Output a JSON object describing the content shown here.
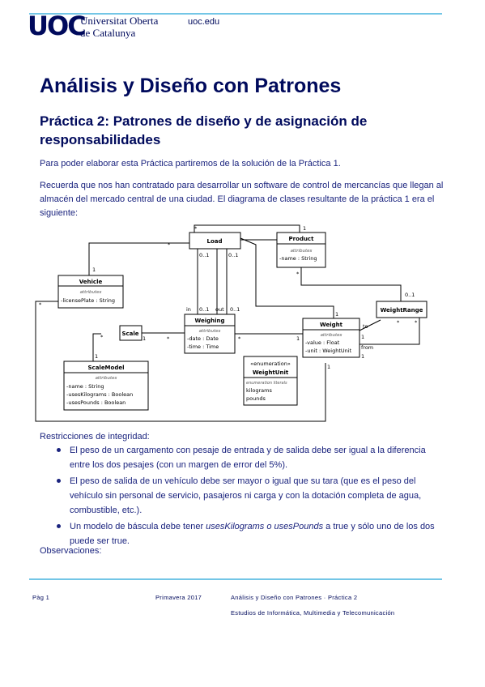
{
  "header": {
    "logo": "UOC",
    "university_line1": "Universitat Oberta",
    "university_line2": "de Catalunya",
    "site": "uoc.edu"
  },
  "title": "Análisis y Diseño con Patrones",
  "subtitle": "Práctica 2: Patrones de diseño y de asignación de responsabilidades",
  "intro": "Para poder elaborar esta Práctica partiremos de la solución de la Práctica 1.",
  "context": "Recuerda que nos han contratado para desarrollar un software de control de mercancías que llegan al almacén del mercado central de una ciudad. El diagrama de clases resultante de la práctica 1 era el siguiente:",
  "diagram": {
    "classes": [
      {
        "key": "load",
        "name": "Load",
        "stereotype": "",
        "attributes": []
      },
      {
        "key": "product",
        "name": "Product",
        "stereotype": "attributes",
        "attributes": [
          "-name : String"
        ]
      },
      {
        "key": "vehicle",
        "name": "Vehicle",
        "stereotype": "attributes",
        "attributes": [
          "-licensePlate : String"
        ]
      },
      {
        "key": "weighing",
        "name": "Weighing",
        "stereotype": "attributes",
        "attributes": [
          "-date : Date",
          "-time : Time"
        ]
      },
      {
        "key": "scale",
        "name": "Scale",
        "stereotype": "",
        "attributes": []
      },
      {
        "key": "weight",
        "name": "Weight",
        "stereotype": "attributes",
        "attributes": [
          "-value : Float",
          "-unit : WeightUnit"
        ]
      },
      {
        "key": "weightrange",
        "name": "WeightRange",
        "stereotype": "",
        "attributes": []
      },
      {
        "key": "scalemodel",
        "name": "ScaleModel",
        "stereotype": "attributes",
        "attributes": [
          "-name : String",
          "-usesKilograms : Boolean",
          "-usesPounds : Boolean"
        ]
      },
      {
        "key": "weightunit",
        "name": "WeightUnit",
        "stereotype": "«enumeration»",
        "stereotype2": "enumeration literals",
        "attributes": [
          "kilograms",
          "pounds"
        ]
      }
    ],
    "labels": {
      "m_star_load": "*",
      "m_one_product": "1",
      "m_star_vehicle_load": "*",
      "m_one_vehicle": "1",
      "m_star_vehicle_left": "*",
      "load_01_a": "0..1",
      "load_01_b": "0..1",
      "role_in": "in",
      "role_01_in": "0..1",
      "role_out": "out",
      "role_01_out": "0..1",
      "m_star_product": "*",
      "m_01_range": "0..1",
      "m_star_scale": "*",
      "m_one_scale": "1",
      "m_star_weighing_scale": "*",
      "m_one_scalemodel": "1",
      "m_star_weighing_weight": "*",
      "m_one_weight": "1",
      "m_one_weight_top": "1",
      "role_to": "to",
      "role_from": "from",
      "m_one_to": "1",
      "m_one_from": "1",
      "m_star_wr_a": "*",
      "m_star_wr_b": "*",
      "m_one_weight_bottom": "1"
    }
  },
  "constraints_title": "Restricciones de integridad:",
  "constraints": {
    "c1": "El peso de un cargamento con pesaje de entrada y de salida debe ser igual a la diferencia entre los dos pesajes (con un margen de error del 5%).",
    "c2": "El peso de salida de un vehículo debe ser mayor o igual que su tara (que es el peso del vehículo sin personal de servicio, pasajeros ni carga y con la dotación completa de agua, combustible, etc.).",
    "c3_a": "Un modelo de báscula debe tener ",
    "c3_b": "usesKilograms",
    "c3_c": " o ",
    "c3_d": "usesPounds",
    "c3_e": " a true y sólo uno de los dos puede ser true."
  },
  "observations": "Observaciones:",
  "footer": {
    "page": "Pàg 1",
    "term": "Primavera 2017",
    "course": "Análisis y Diseño con Patrones · Práctica 2",
    "studies": "Estudios de Informática, Multimedia y Telecomunicación"
  },
  "colors": {
    "primary": "#000a5c",
    "text": "#1a237e",
    "rule": "#73c6e6",
    "uml_fill": "#ffffff"
  }
}
